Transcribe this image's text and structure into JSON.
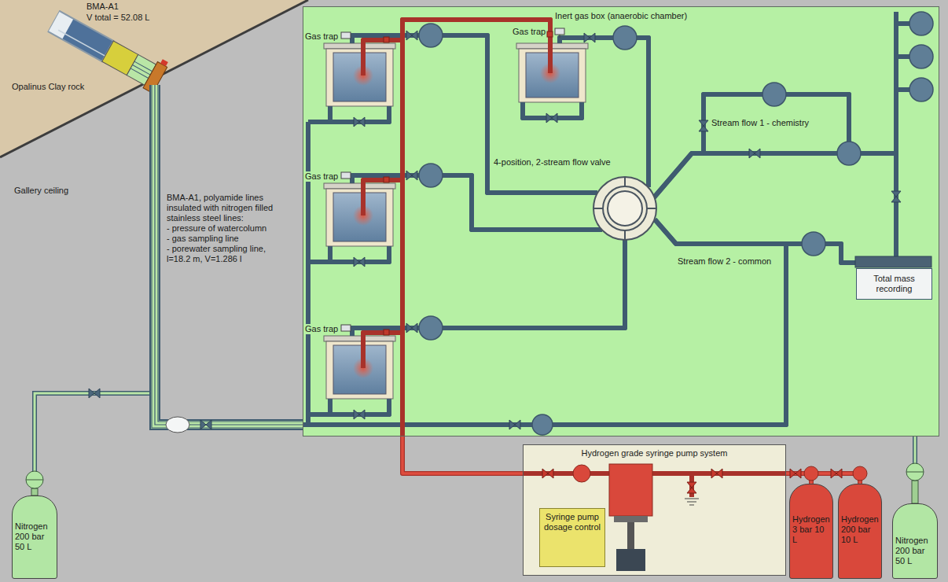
{
  "diagram": {
    "nodes": [
      {
        "text": [
          "Inert gas box (anaerobic chamber)"
        ]
      },
      {
        "text": [
          "Total mass recording"
        ],
        "in": 0
      },
      {
        "text": [
          "Hydrogen grade syringe pump system"
        ]
      },
      {
        "text": [
          "Syringe pump dosage control"
        ],
        "in": 2
      },
      {
        "text": [
          "Nitrogen 200 bar 50 L"
        ]
      },
      {
        "text": [
          "Hydrogen 3 bar 10 L"
        ]
      },
      {
        "text": [
          "Hydrogen 200 bar 10 L"
        ]
      },
      {
        "text": [
          "Nitrogen 200 bar 50 L"
        ]
      }
    ],
    "edges": [
      {
        "from": 5,
        "to": 2,
        "arrow": "none"
      },
      {
        "from": 6,
        "to": 2,
        "arrow": "none"
      },
      {
        "from": 2,
        "to": 0,
        "arrow": "none"
      },
      {
        "from": 7,
        "to": 0,
        "arrow": "none"
      }
    ],
    "labels": [
      "BMA-A1",
      "V total = 52.08 L",
      "Opalinus Clay rock",
      "Gallery ceiling",
      "BMA-A1, polyamide lines insulated with nitrogen filled stainless steel lines:",
      "- pressure of watercolumn",
      "- gas sampling line",
      "- porewater sampling line, l=18.2 m, V=1.286 l",
      "Gas trap",
      "Gas trap",
      "Gas trap",
      "Gas trap",
      "4-position, 2-stream flow valve",
      "Stream flow 1 - chemistry",
      "Stream flow 2 - common"
    ]
  }
}
